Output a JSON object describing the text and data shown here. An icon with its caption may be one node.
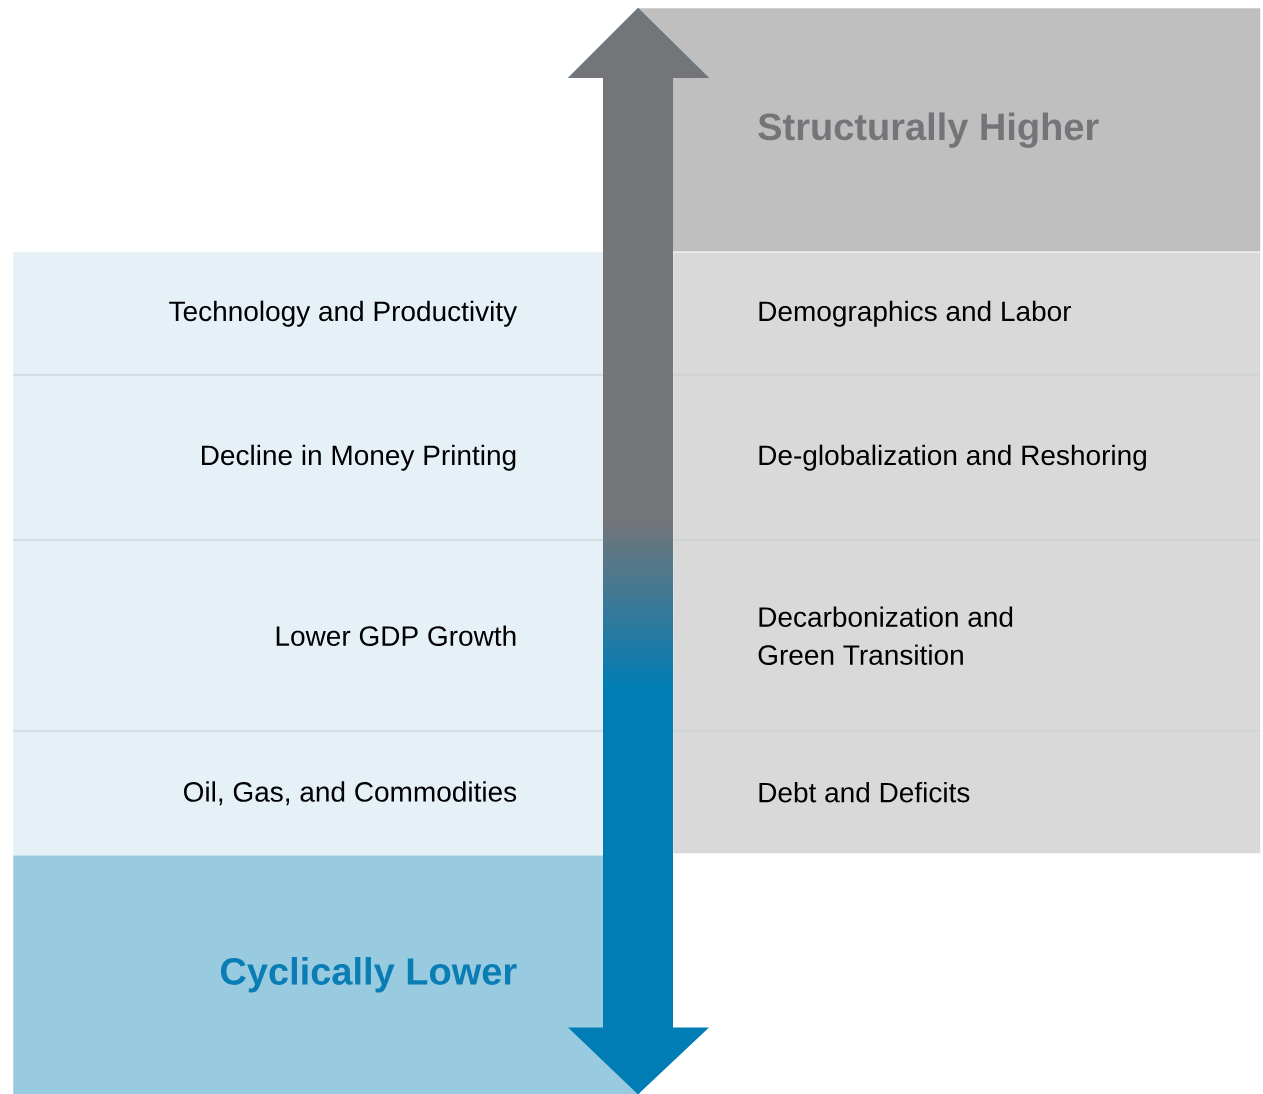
{
  "diagram": {
    "nodes": [
      {
        "text": [
          "Structurally Higher"
        ]
      },
      {
        "text": [
          "Technology and Productivity"
        ]
      },
      {
        "text": [
          "Demographics and Labor"
        ]
      },
      {
        "text": [
          "Decline in Money Printing"
        ]
      },
      {
        "text": [
          "De-globalization and Reshoring"
        ]
      },
      {
        "text": [
          "Lower GDP Growth"
        ]
      },
      {
        "text": [
          "Decarbonization and Green Transition"
        ]
      },
      {
        "text": [
          "Oil, Gas, and Commodities"
        ]
      },
      {
        "text": [
          "Debt and Deficits"
        ]
      },
      {
        "text": [
          "Cyclically Lower"
        ]
      }
    ],
    "edges": [
      {
        "from": 9,
        "to": 0,
        "arrow": "both"
      }
    ]
  }
}
